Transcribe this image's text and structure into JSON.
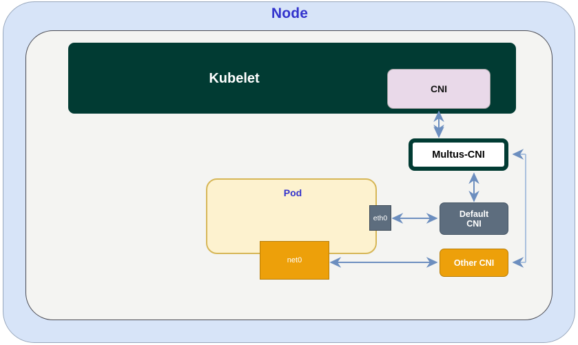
{
  "diagram": {
    "title": "Node",
    "accent_blue": "#3333cc",
    "outer_fill": "#d7e4f8",
    "inner_fill": "#f4f4f2",
    "arrow_color": "#6c8ebf"
  },
  "nodes": {
    "node_container": {
      "label": "Node",
      "color": "#3333cc"
    },
    "kubelet": {
      "label": "Kubelet",
      "fill": "#013b33",
      "text_color": "#ffffff"
    },
    "cni": {
      "label": "CNI",
      "fill": "#e9d9e9",
      "text_color": "#111111"
    },
    "multus": {
      "label": "Multus-CNI",
      "fill": "#ffffff",
      "border": "#013b33",
      "text_color": "#000000"
    },
    "pod": {
      "label": "Pod",
      "fill": "#fdf2cf",
      "border": "#d6b656",
      "text_color": "#3333cc"
    },
    "eth0": {
      "label": "eth0",
      "fill": "#5d6d7e",
      "text_color": "#ffffff"
    },
    "net0": {
      "label": "net0",
      "fill": "#eda00a",
      "text_color": "#ffffff"
    },
    "default_cni": {
      "label_line1": "Default",
      "label_line2": "CNI",
      "fill": "#5d6d7e",
      "text_color": "#ffffff"
    },
    "other_cni": {
      "label": "Other CNI",
      "fill": "#eda00a",
      "text_color": "#ffffff"
    }
  },
  "connections": [
    {
      "name": "cni-to-multus",
      "from": "cni",
      "to": "multus",
      "style": "double-arrow-vertical"
    },
    {
      "name": "multus-to-default-cni",
      "from": "multus",
      "to": "default_cni",
      "style": "double-arrow-vertical"
    },
    {
      "name": "eth0-to-default-cni",
      "from": "eth0",
      "to": "default_cni",
      "style": "double-arrow-horizontal"
    },
    {
      "name": "net0-to-other-cni",
      "from": "net0",
      "to": "other_cni",
      "style": "double-arrow-horizontal"
    },
    {
      "name": "other-cni-to-multus",
      "from": "other_cni",
      "to": "multus",
      "style": "elbow-arrow-right"
    }
  ]
}
